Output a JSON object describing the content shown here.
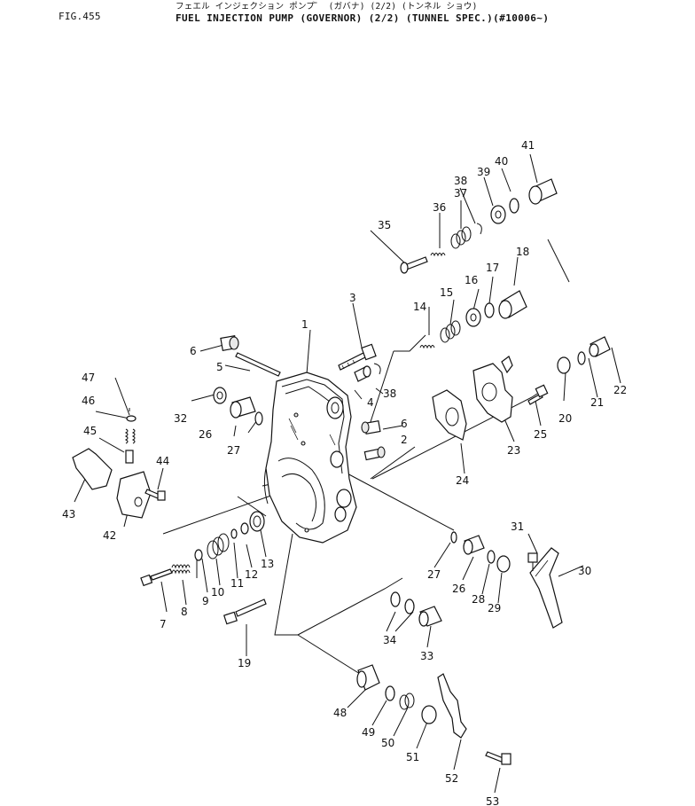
{
  "header": {
    "fig_label": "FIG.455",
    "title_jp": "フェエル インジェクション ポンプ゜ (ガバナ) (2/2) (トンネル ショウ)",
    "title_en": "FUEL INJECTION PUMP (GOVERNOR) (2/2) (TUNNEL SPEC.)(#10006~)"
  },
  "callouts": [
    {
      "id": "c1",
      "label": "1"
    },
    {
      "id": "c2",
      "label": "2"
    },
    {
      "id": "c3",
      "label": "3"
    },
    {
      "id": "c4",
      "label": "4"
    },
    {
      "id": "c5",
      "label": "5"
    },
    {
      "id": "c6a",
      "label": "6"
    },
    {
      "id": "c6b",
      "label": "6"
    },
    {
      "id": "c7",
      "label": "7"
    },
    {
      "id": "c8",
      "label": "8"
    },
    {
      "id": "c9",
      "label": "9"
    },
    {
      "id": "c10",
      "label": "10"
    },
    {
      "id": "c11",
      "label": "11"
    },
    {
      "id": "c12",
      "label": "12"
    },
    {
      "id": "c13",
      "label": "13"
    },
    {
      "id": "c14",
      "label": "14"
    },
    {
      "id": "c15",
      "label": "15"
    },
    {
      "id": "c16",
      "label": "16"
    },
    {
      "id": "c17",
      "label": "17"
    },
    {
      "id": "c18",
      "label": "18"
    },
    {
      "id": "c19",
      "label": "19"
    },
    {
      "id": "c20",
      "label": "20"
    },
    {
      "id": "c21",
      "label": "21"
    },
    {
      "id": "c22",
      "label": "22"
    },
    {
      "id": "c23",
      "label": "23"
    },
    {
      "id": "c24",
      "label": "24"
    },
    {
      "id": "c25",
      "label": "25"
    },
    {
      "id": "c26a",
      "label": "26"
    },
    {
      "id": "c26b",
      "label": "26"
    },
    {
      "id": "c27a",
      "label": "27"
    },
    {
      "id": "c27b",
      "label": "27"
    },
    {
      "id": "c28",
      "label": "28"
    },
    {
      "id": "c29",
      "label": "29"
    },
    {
      "id": "c30",
      "label": "30"
    },
    {
      "id": "c31",
      "label": "31"
    },
    {
      "id": "c32",
      "label": "32"
    },
    {
      "id": "c33",
      "label": "33"
    },
    {
      "id": "c34",
      "label": "34"
    },
    {
      "id": "c35",
      "label": "35"
    },
    {
      "id": "c36",
      "label": "36"
    },
    {
      "id": "c37",
      "label": "37"
    },
    {
      "id": "c38a",
      "label": "38"
    },
    {
      "id": "c38b",
      "label": "38"
    },
    {
      "id": "c39",
      "label": "39"
    },
    {
      "id": "c40",
      "label": "40"
    },
    {
      "id": "c41",
      "label": "41"
    },
    {
      "id": "c42",
      "label": "42"
    },
    {
      "id": "c43",
      "label": "43"
    },
    {
      "id": "c44",
      "label": "44"
    },
    {
      "id": "c45",
      "label": "45"
    },
    {
      "id": "c46",
      "label": "46"
    },
    {
      "id": "c47",
      "label": "47"
    },
    {
      "id": "c48",
      "label": "48"
    },
    {
      "id": "c49",
      "label": "49"
    },
    {
      "id": "c50",
      "label": "50"
    },
    {
      "id": "c51",
      "label": "51"
    },
    {
      "id": "c52",
      "label": "52"
    },
    {
      "id": "c53",
      "label": "53"
    }
  ]
}
